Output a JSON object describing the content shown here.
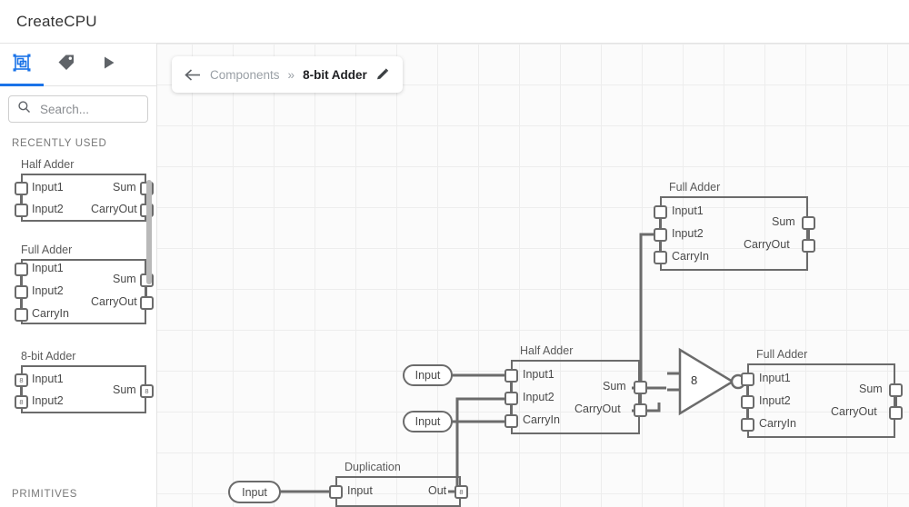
{
  "app": {
    "title": "CreateCPU"
  },
  "sidebar": {
    "tabs": [
      {
        "name": "components-tab",
        "icon": "components-icon",
        "active": true
      },
      {
        "name": "tags-tab",
        "icon": "tag-icon",
        "active": false
      },
      {
        "name": "run-tab",
        "icon": "play-icon",
        "active": false
      }
    ],
    "search": {
      "placeholder": "Search...",
      "value": "",
      "icon": "search-icon"
    },
    "recently_used_label": "RECENTLY USED",
    "primitives_label": "PRIMITIVES",
    "components": [
      {
        "name": "Half Adder",
        "inputs": [
          {
            "label": "Input1",
            "width": ""
          },
          {
            "label": "Input2",
            "width": ""
          }
        ],
        "outputs": [
          {
            "label": "Sum",
            "width": ""
          },
          {
            "label": "CarryOut",
            "width": ""
          }
        ]
      },
      {
        "name": "Full Adder",
        "inputs": [
          {
            "label": "Input1",
            "width": ""
          },
          {
            "label": "Input2",
            "width": ""
          },
          {
            "label": "CarryIn",
            "width": ""
          }
        ],
        "outputs": [
          {
            "label": "Sum",
            "width": ""
          },
          {
            "label": "CarryOut",
            "width": ""
          }
        ]
      },
      {
        "name": "8-bit Adder",
        "inputs": [
          {
            "label": "Input1",
            "width": "8"
          },
          {
            "label": "Input2",
            "width": "8"
          }
        ],
        "outputs": [
          {
            "label": "Sum",
            "width": "8"
          }
        ]
      }
    ]
  },
  "breadcrumb": {
    "back_icon": "back-arrow-icon",
    "parent": "Components",
    "separator": "»",
    "current": "8-bit Adder",
    "edit_icon": "pencil-icon"
  },
  "canvas": {
    "nodes": {
      "full_adder_top": {
        "title": "Full Adder",
        "inputs": [
          "Input1",
          "Input2",
          "CarryIn"
        ],
        "outputs": [
          "Sum",
          "CarryOut"
        ]
      },
      "half_adder_mid": {
        "title": "Half Adder",
        "inputs": [
          "Input1",
          "Input2",
          "CarryIn"
        ],
        "outputs": [
          "Sum",
          "CarryOut"
        ]
      },
      "full_adder_right": {
        "title": "Full Adder",
        "inputs": [
          "Input1",
          "Input2",
          "CarryIn"
        ],
        "outputs": [
          "Sum",
          "CarryOut"
        ]
      },
      "duplication": {
        "title": "Duplication",
        "inputs": [
          "Input"
        ],
        "outputs": [
          "Out"
        ],
        "out_width": "8"
      },
      "merge": {
        "label": "8"
      },
      "input_pills": [
        {
          "label": "Input"
        },
        {
          "label": "Input"
        },
        {
          "label": "Input"
        }
      ]
    }
  },
  "colors": {
    "accent": "#1a73e8",
    "wire": "#6b6b6b",
    "grid": "#ededed",
    "canvas_bg": "#fbfbfb",
    "text": "#4a4a4a",
    "muted": "#9aa0a6"
  }
}
